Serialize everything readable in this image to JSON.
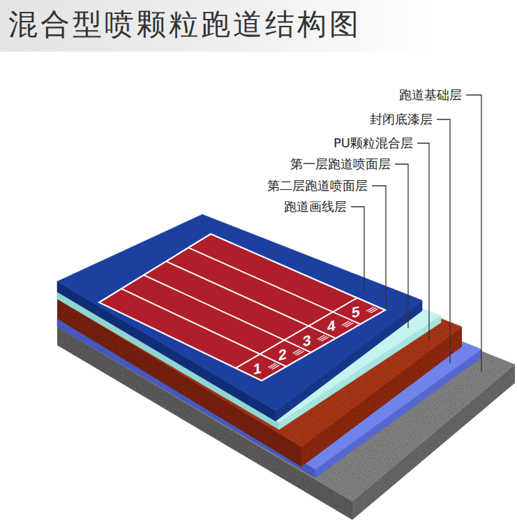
{
  "diagram": {
    "title": "混合型喷颗粒跑道结构图",
    "labels": [
      "跑道基础层",
      "封闭底漆层",
      "PU颗粒混合层",
      "第一层跑道喷面层",
      "第二层跑道喷面层",
      "跑道画线层",
      "1",
      "2",
      "3",
      "4",
      "5"
    ]
  }
}
